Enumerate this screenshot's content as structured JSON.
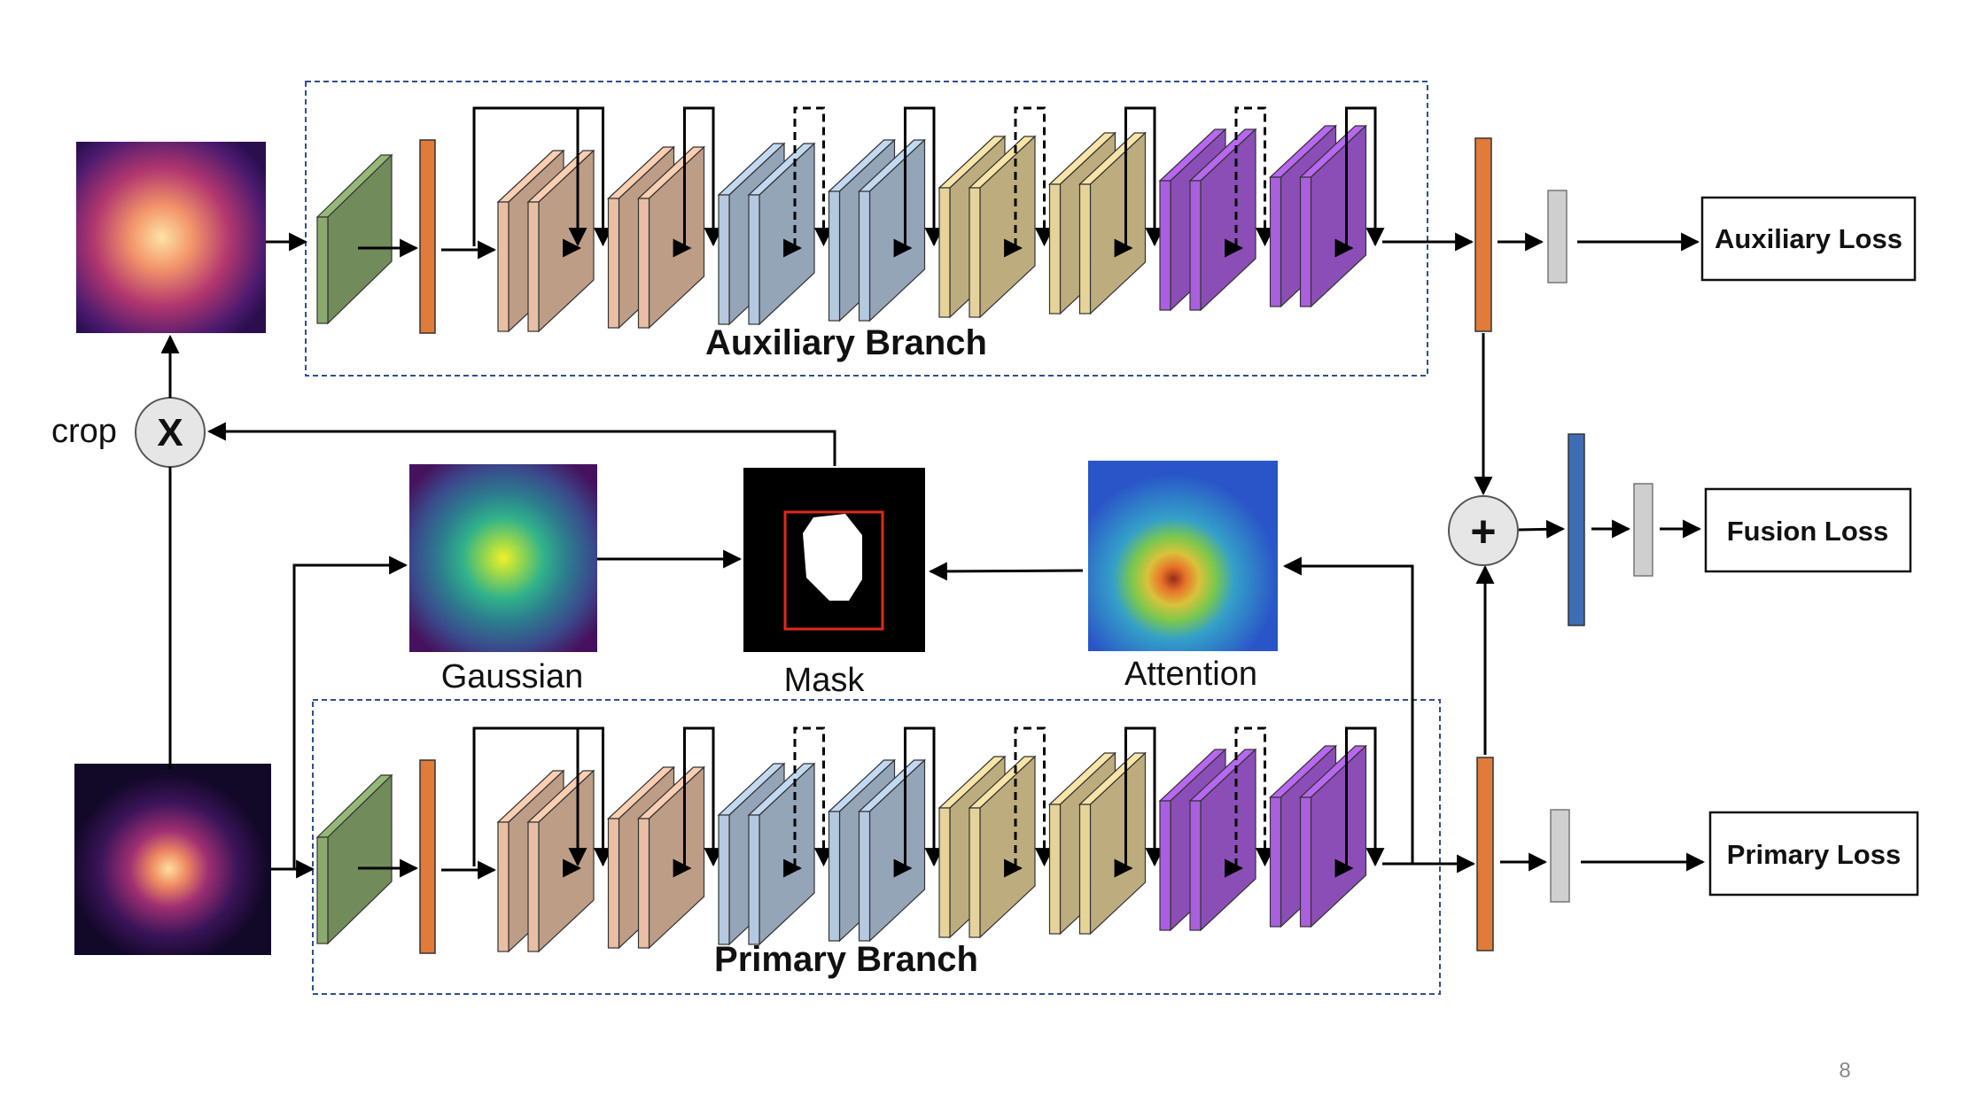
{
  "labels": {
    "aux_branch": "Auxiliary Branch",
    "pri_branch": "Primary Branch",
    "crop": "crop",
    "crop_op": "X",
    "fuse_op": "+",
    "gaussian": "Gaussian",
    "mask": "Mask",
    "attention": "Attention",
    "aux_loss": "Auxiliary Loss",
    "fusion_loss": "Fusion Loss",
    "primary_loss": "Primary Loss",
    "page_number": "8"
  },
  "colors": {
    "conv_green": "#8aaa6e",
    "orange_layer": "#e07b39",
    "stage1_salmon": "#e8bfa5",
    "stage2_blue": "#b4c9e0",
    "stage3_yellow": "#e6d39a",
    "stage4_purple": "#a95fde",
    "fc_gray": "#cfcfcf",
    "fusion_blue": "#3f6db5",
    "branch_border": "#2f4f8f"
  }
}
